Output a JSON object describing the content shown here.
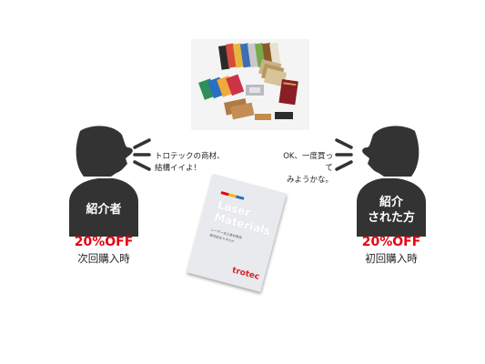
{
  "referrer": {
    "label": "紹介者",
    "discount": "20%OFF",
    "timing": "次回購入時",
    "speech": [
      "トロテックの商材、",
      "結構イイよ！"
    ]
  },
  "referee": {
    "label_line1": "紹介",
    "label_line2": "された方",
    "discount": "20%OFF",
    "timing": "初回購入時",
    "speech": [
      "OK、一度買って",
      "みようかな。"
    ]
  },
  "catalog": {
    "title_line1": "Laser",
    "title_line2": "Materials",
    "subtitle_line1": "レーザー加工素材専用",
    "subtitle_line2": "素材総合カタログ",
    "brand": "trotec"
  },
  "colors": {
    "silhouette": "#333333",
    "accent": "#e60012",
    "catalog_bg": "#e9eaed"
  }
}
